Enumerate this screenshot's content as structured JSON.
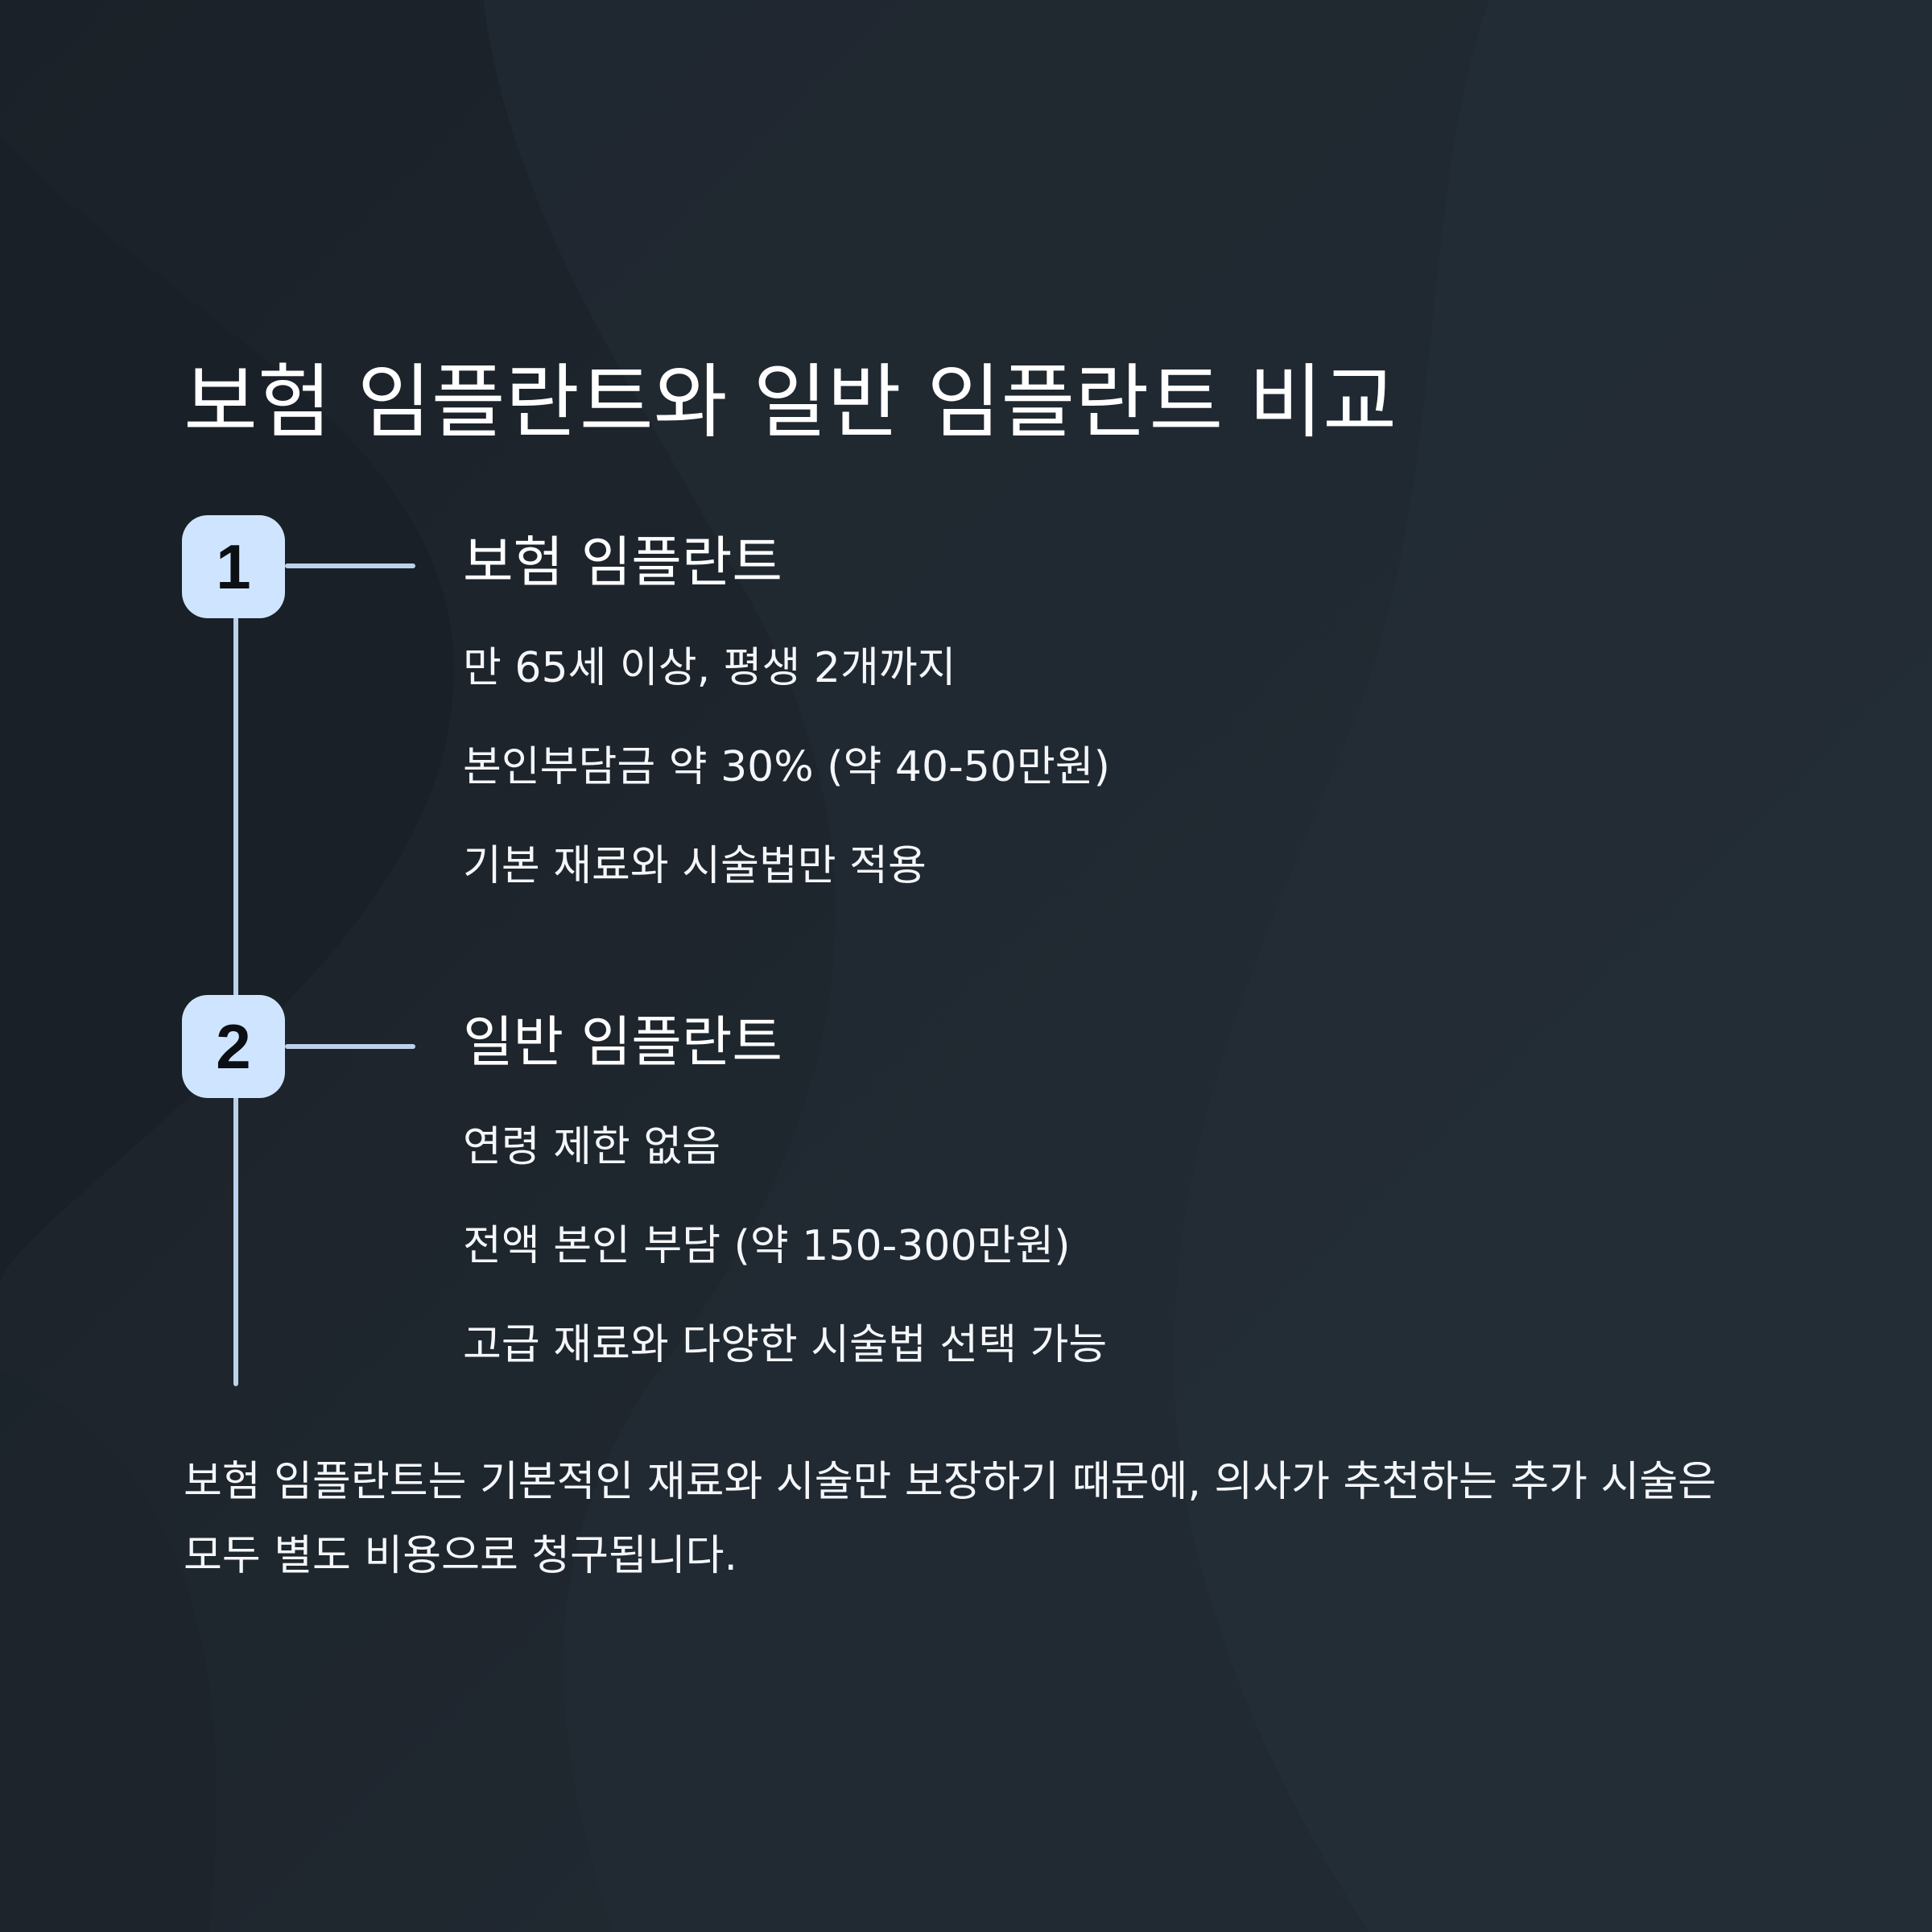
{
  "title": "보험 임플란트와 일반 임플란트 비교",
  "sections": [
    {
      "number": "1",
      "heading": "보험 임플란트",
      "items": [
        "만 65세 이상, 평생 2개까지",
        "본인부담금 약 30% (약 40-50만원)",
        "기본 재료와 시술법만 적용"
      ]
    },
    {
      "number": "2",
      "heading": "일반 임플란트",
      "items": [
        "연령 제한 없음",
        "전액 본인 부담 (약 150-300만원)",
        "고급 재료와 다양한 시술법 선택 가능"
      ]
    }
  ],
  "note": "보험 임플란트는 기본적인 재료와 시술만 보장하기 때문에, 의사가 추천하는 추가 시술은 모두 별도 비용으로 청구됩니다.",
  "colors": {
    "background": "#1f262e",
    "badge": "#cfe5ff",
    "line": "#bcd2ec",
    "text": "#ffffff"
  }
}
